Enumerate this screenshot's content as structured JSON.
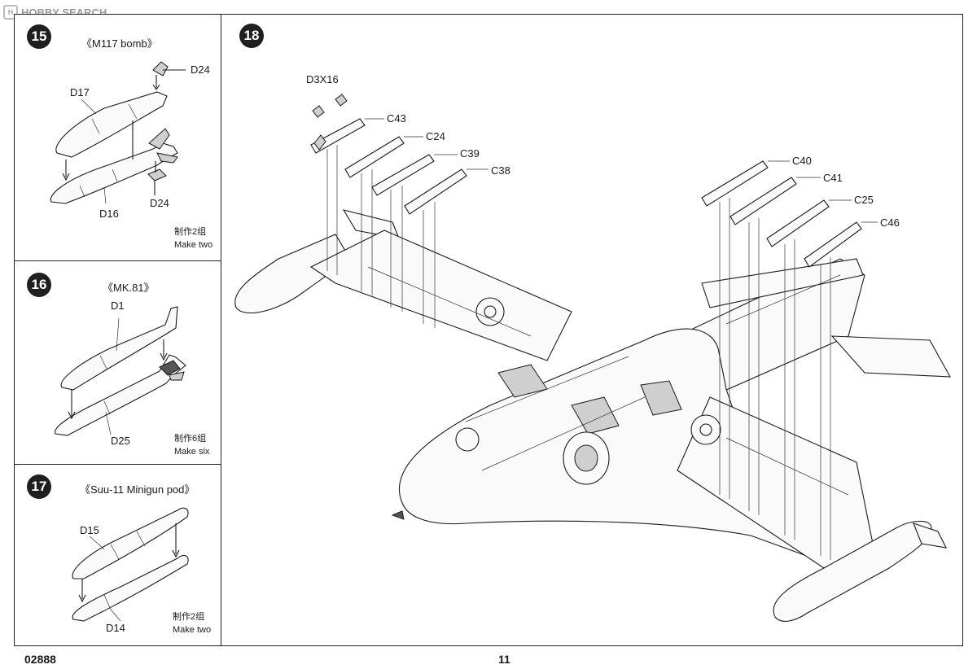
{
  "watermark": {
    "text": "HOBBY SEARCH",
    "logo": "H"
  },
  "steps": {
    "s15": {
      "number": "15",
      "title": "《M117 bomb》",
      "labels": {
        "d24_top": "D24",
        "d17": "D17",
        "d16": "D16",
        "d24_bottom": "D24"
      },
      "note_cn": "制作2组",
      "note_en": "Make two"
    },
    "s16": {
      "number": "16",
      "title": "《MK.81》",
      "labels": {
        "d1": "D1",
        "d25": "D25"
      },
      "note_cn": "制作6组",
      "note_en": "Make six"
    },
    "s17": {
      "number": "17",
      "title": "《Suu-11 Minigun pod》",
      "labels": {
        "d15": "D15",
        "d14": "D14"
      },
      "note_cn": "制作2组",
      "note_en": "Make two"
    },
    "s18": {
      "number": "18",
      "labels": {
        "d3x16": "D3X16",
        "c43": "C43",
        "c24": "C24",
        "c39": "C39",
        "c38": "C38",
        "c40": "C40",
        "c41": "C41",
        "c25": "C25",
        "c46": "C46"
      }
    }
  },
  "footer": {
    "catalog": "02888",
    "page": "11"
  }
}
